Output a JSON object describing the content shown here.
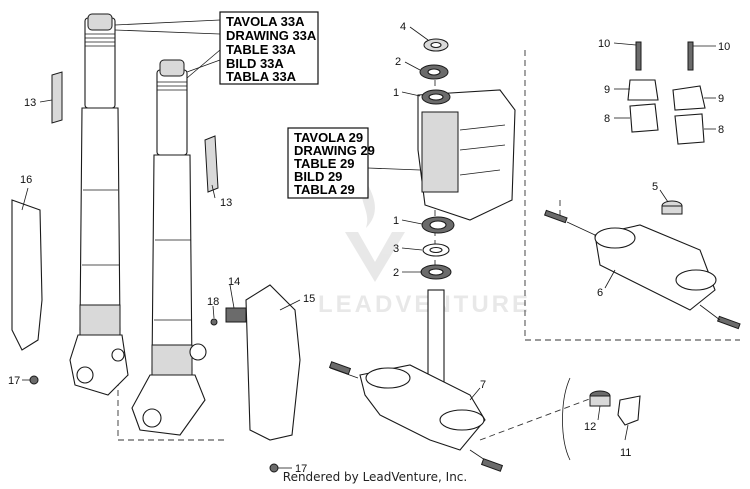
{
  "references": {
    "box_33a": [
      "TAVOLA 33A",
      "DRAWING 33A",
      "TABLE 33A",
      "BILD 33A",
      "TABLA 33A"
    ],
    "box_29": [
      "TAVOLA 29",
      "DRAWING 29",
      "TABLE 29",
      "BILD 29",
      "TABLA 29"
    ]
  },
  "callouts": {
    "c1a": "1",
    "c1b": "1",
    "c2a": "2",
    "c2b": "2",
    "c3": "3",
    "c4": "4",
    "c5": "5",
    "c6": "6",
    "c7": "7",
    "c8a": "8",
    "c8b": "8",
    "c9a": "9",
    "c9b": "9",
    "c10a": "10",
    "c10b": "10",
    "c11": "11",
    "c12": "12",
    "c13a": "13",
    "c13b": "13",
    "c14": "14",
    "c15": "15",
    "c16": "16",
    "c17a": "17",
    "c17b": "17",
    "c18": "18"
  },
  "watermark": "LEADVENTURE",
  "footer": "Rendered by LeadVenture, Inc."
}
